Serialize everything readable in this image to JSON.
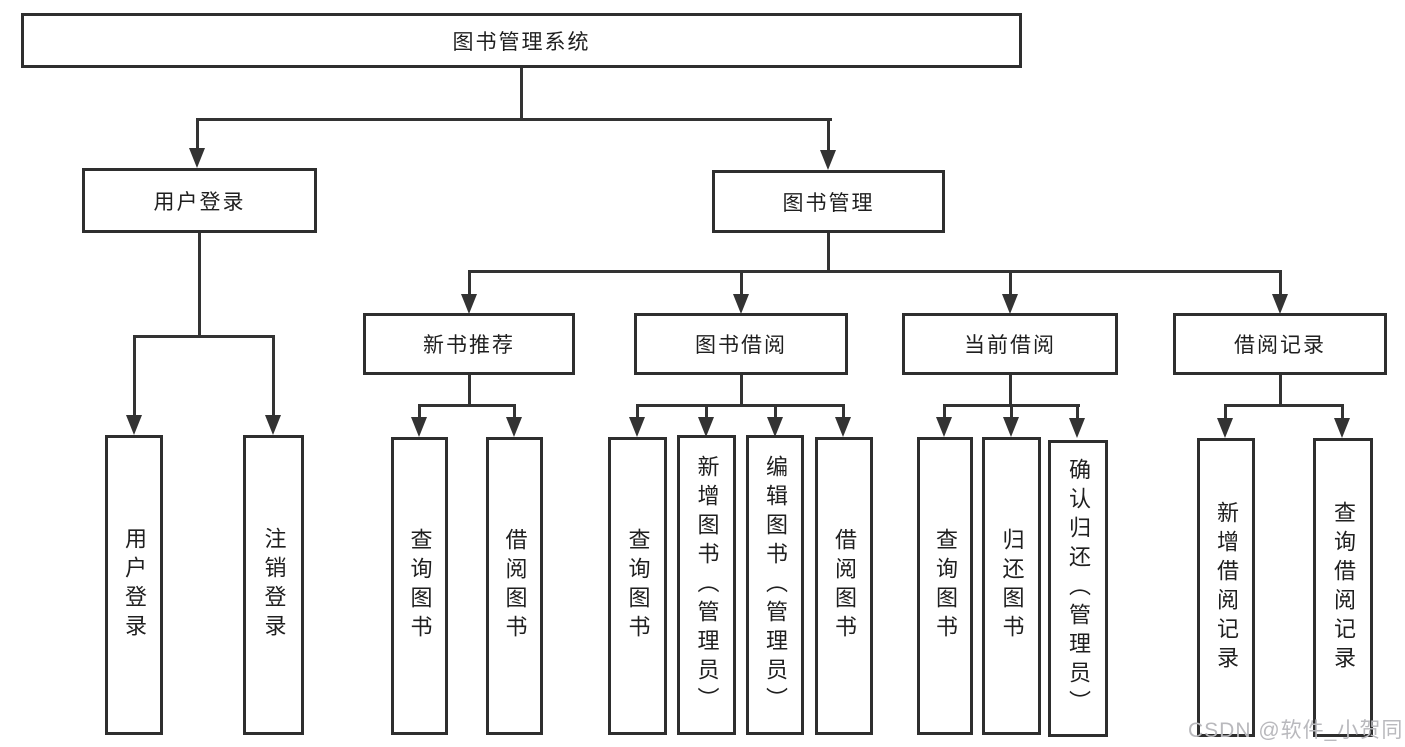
{
  "root": {
    "label": "图书管理系统"
  },
  "branches": [
    {
      "label": "用户登录",
      "children": [
        {
          "label": "用户登录"
        },
        {
          "label": "注销登录"
        }
      ]
    },
    {
      "label": "图书管理",
      "children": [
        {
          "label": "新书推荐",
          "children": [
            {
              "label": "查询图书"
            },
            {
              "label": "借阅图书"
            }
          ]
        },
        {
          "label": "图书借阅",
          "children": [
            {
              "label": "查询图书"
            },
            {
              "label": "新增图书（管理员）"
            },
            {
              "label": "编辑图书（管理员）"
            },
            {
              "label": "借阅图书"
            }
          ]
        },
        {
          "label": "当前借阅",
          "children": [
            {
              "label": "查询图书"
            },
            {
              "label": "归还图书"
            },
            {
              "label": "确认归还（管理员）"
            }
          ]
        },
        {
          "label": "借阅记录",
          "children": [
            {
              "label": "新增借阅记录"
            },
            {
              "label": "查询借阅记录"
            }
          ]
        }
      ]
    }
  ],
  "watermark": {
    "text": "CSDN @软件_小贺同学"
  },
  "colors": {
    "line": "#333333",
    "box_border": "#2e2e2e",
    "box_fill": "#ffffff",
    "text": "#1f1f1f",
    "watermark": "#b9b9bd"
  }
}
